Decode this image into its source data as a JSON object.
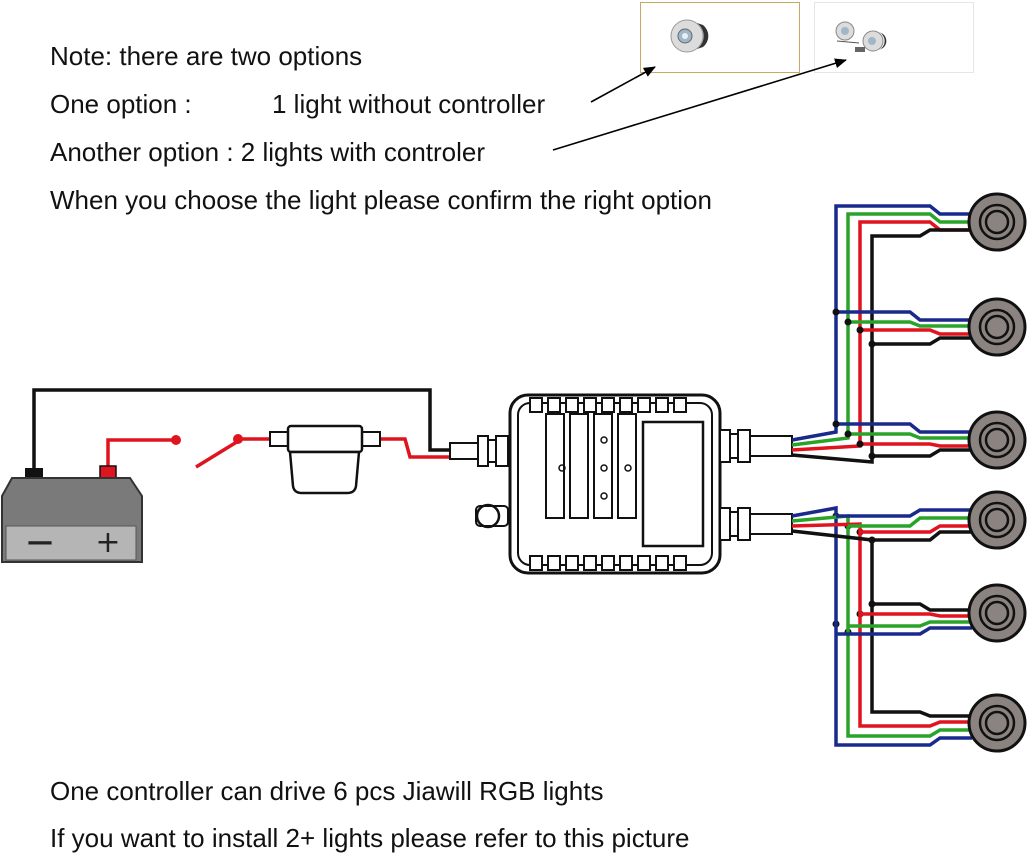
{
  "notes": {
    "line1": "Note: there are two options",
    "line2_label": "One option :",
    "line2_value": "1 light without controller",
    "line3": "Another option : 2 lights with controler",
    "line4": "When you choose the light please confirm the right option"
  },
  "footer": {
    "line1": "One controller can drive 6 pcs Jiawill RGB lights",
    "line2": "If you want to install 2+ lights please refer to this picture"
  },
  "battery": {
    "minus_symbol": "—",
    "plus_symbol": "+"
  },
  "thumbnails": [
    {
      "name": "option-1-light-without-controller",
      "selected": true
    },
    {
      "name": "option-2-lights-with-controller",
      "selected": false
    }
  ],
  "colors": {
    "wire_black": "#111111",
    "wire_red": "#e0141e",
    "wire_green": "#2aa32a",
    "wire_blue": "#1a2a8c",
    "light_body": "#8a8380",
    "battery_body": "#8c8c8c",
    "thumb_selected_border": "#c9a865"
  }
}
